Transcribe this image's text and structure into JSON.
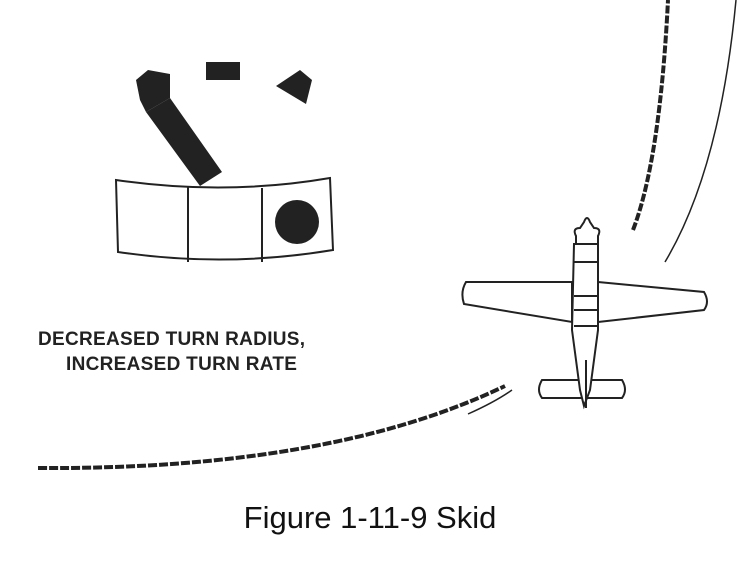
{
  "diagram": {
    "label_line1": "DECREASED TURN RADIUS,",
    "label_line2": "INCREASED TURN RATE",
    "caption": "Figure 1-11-9 Skid"
  }
}
